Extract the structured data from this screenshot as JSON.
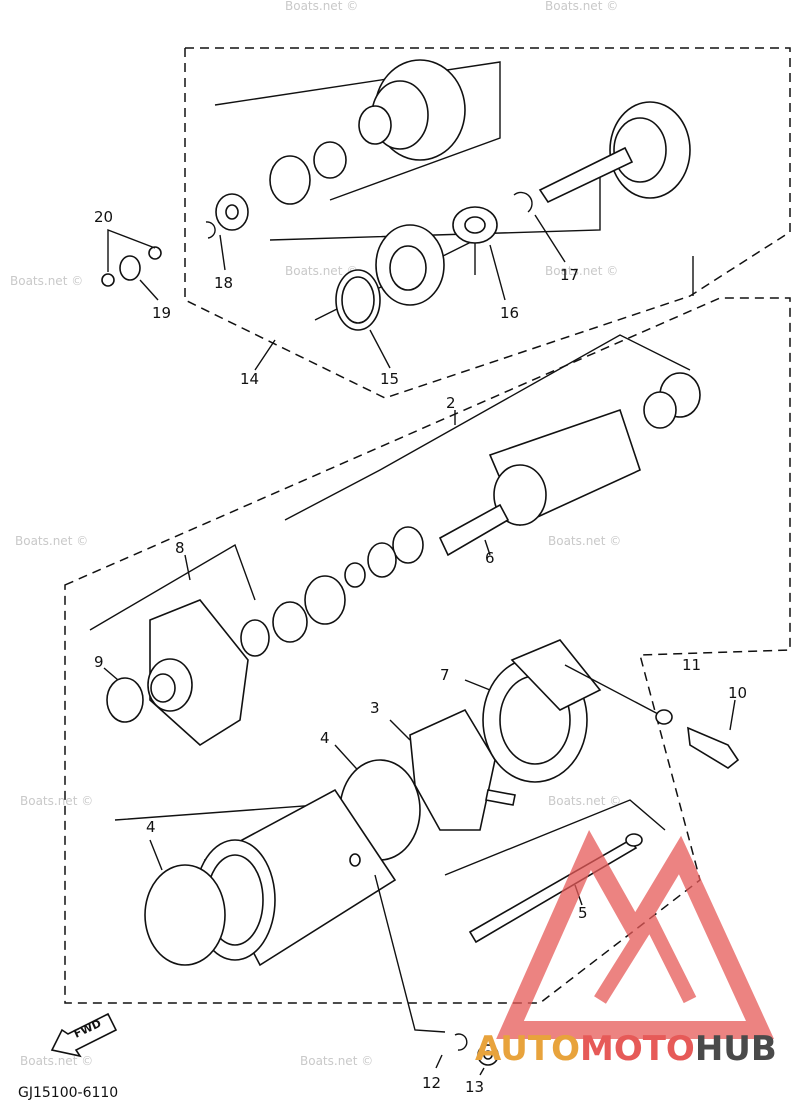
{
  "diagram_code": "GJ15100-6110",
  "fwd_label": "FWD",
  "watermark": "Boats.net ©",
  "brand": {
    "part1": "AUTO",
    "part2": "MOTO",
    "part3": "HUB",
    "color_a": "#e8a33c",
    "color_b": "#e65a58",
    "color_c": "#4a4a4a"
  },
  "callouts": {
    "c2": "2",
    "c3": "3",
    "c4a": "4",
    "c4b": "4",
    "c5": "5",
    "c6": "6",
    "c7": "7",
    "c8": "8",
    "c9": "9",
    "c10": "10",
    "c11": "11",
    "c12": "12",
    "c13": "13",
    "c14": "14",
    "c15": "15",
    "c16": "16",
    "c17": "17",
    "c18": "18",
    "c19": "19",
    "c20": "20"
  }
}
